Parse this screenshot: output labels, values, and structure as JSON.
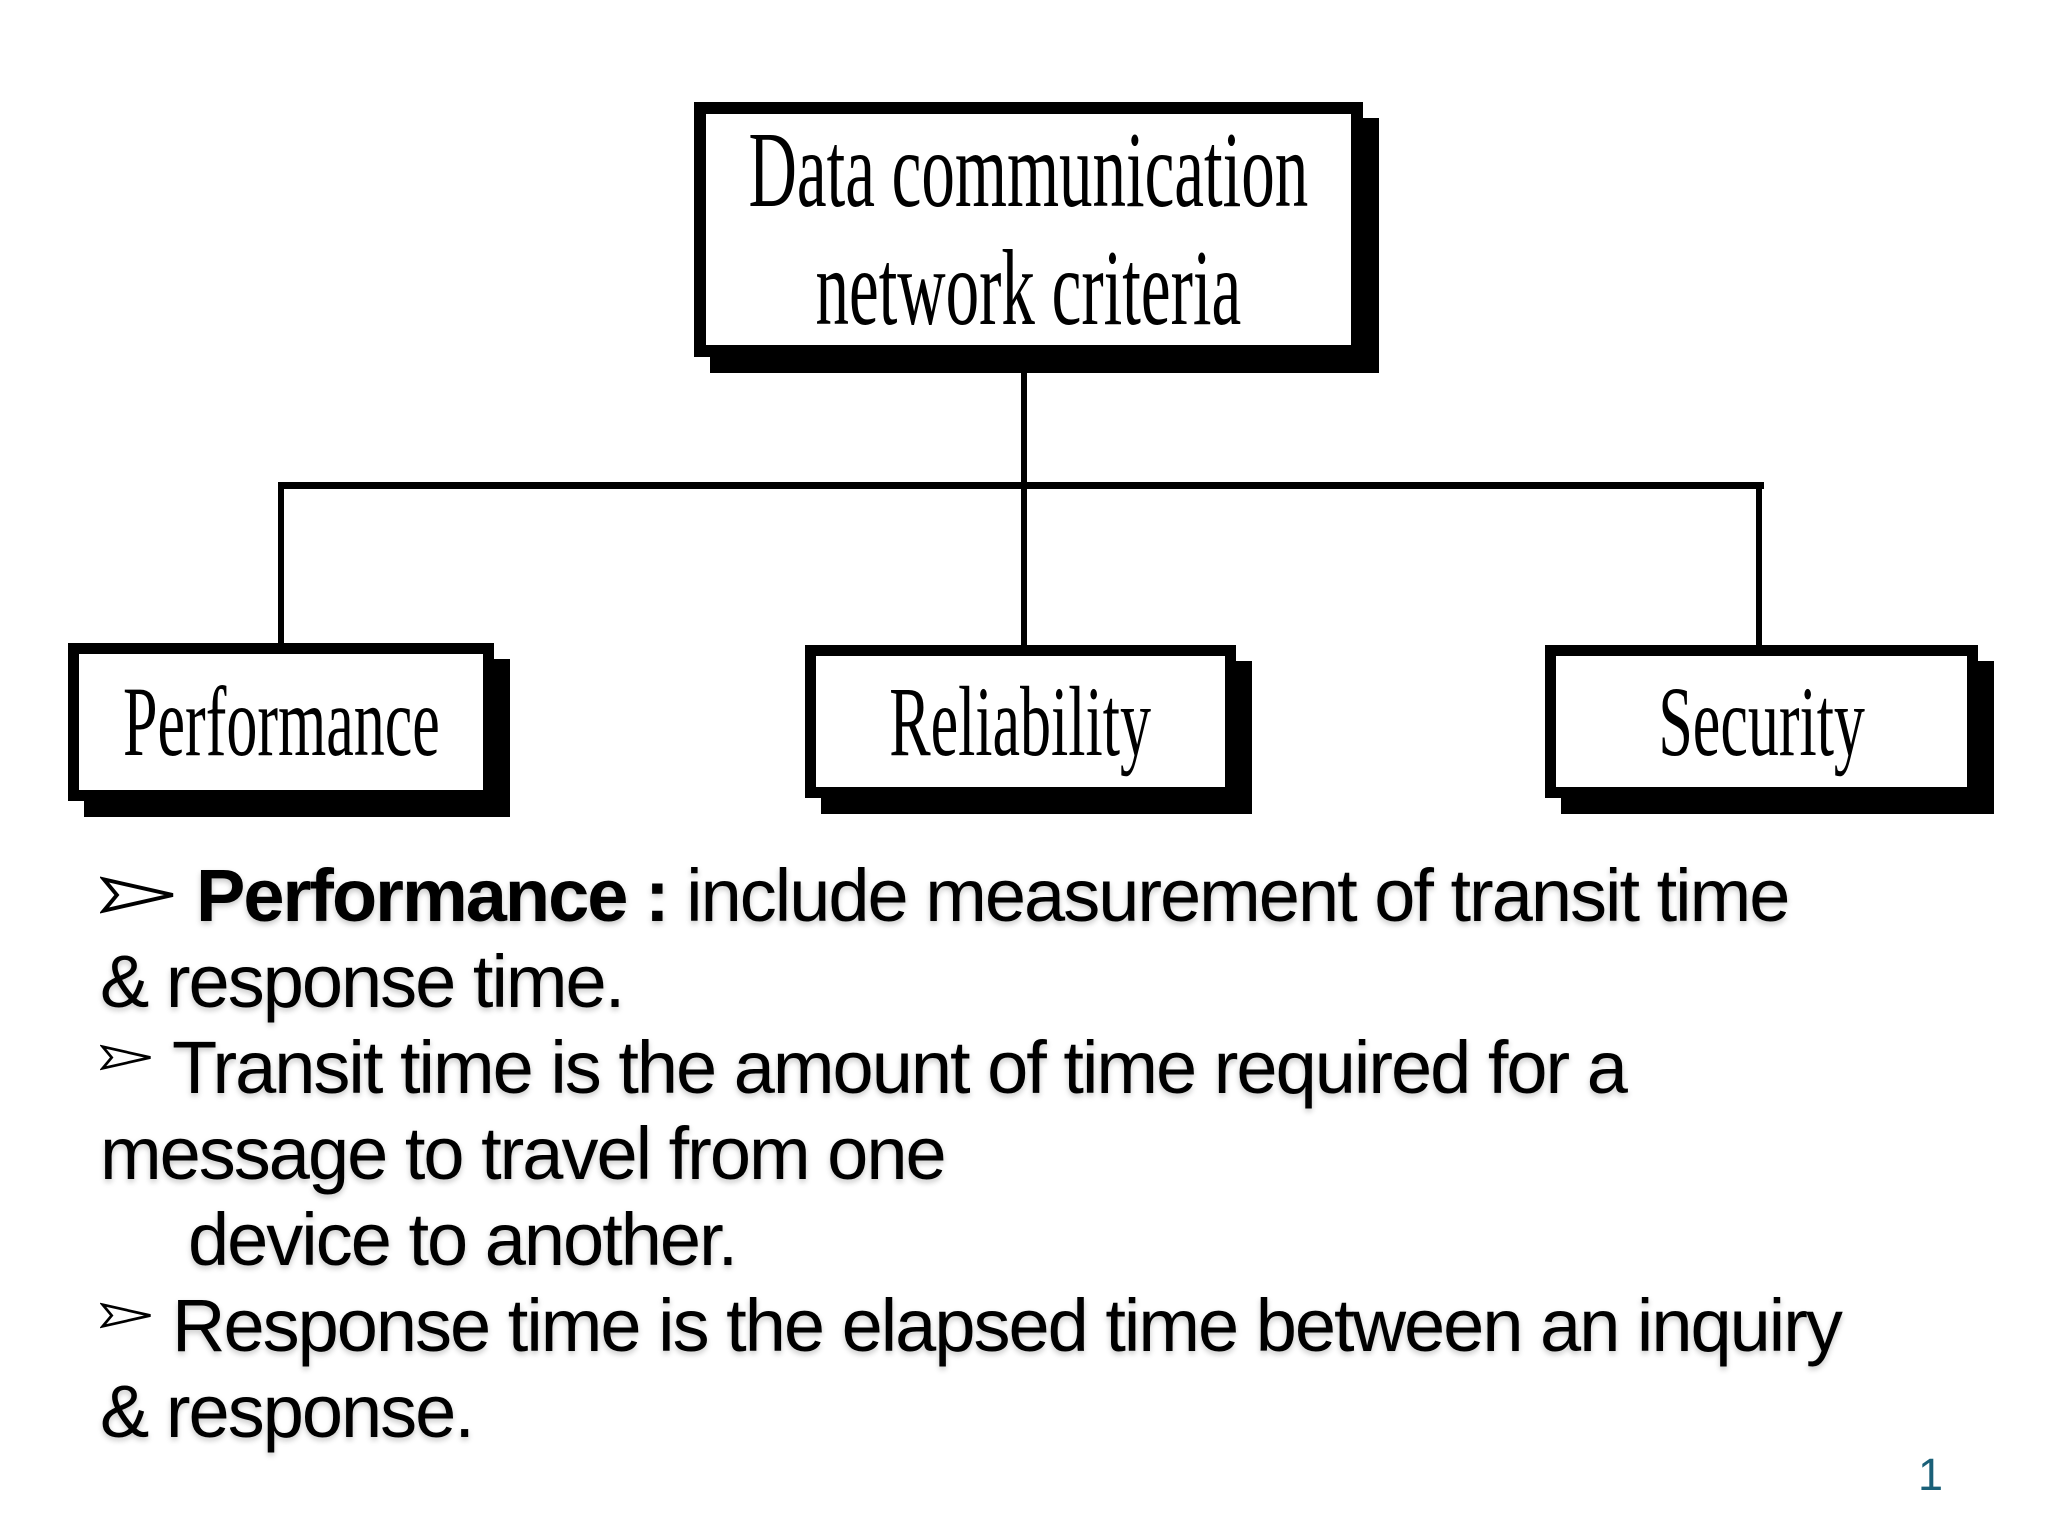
{
  "slide": {
    "background_color": "#ffffff",
    "page_number": "1",
    "page_number_color": "#1a6078",
    "text_color": "#000000"
  },
  "diagram": {
    "colors": {
      "box_fill": "#ffffff",
      "box_border": "#000000",
      "box_shadow": "#000000",
      "connector": "#000000"
    },
    "root_node": {
      "line1": "Data communication",
      "line2": "network criteria"
    },
    "child_nodes": [
      {
        "label": "Performance"
      },
      {
        "label": "Reliability"
      },
      {
        "label": "Security"
      }
    ],
    "bullet_glyph": "➢"
  },
  "body": {
    "lines": [
      {
        "marker": "arrow-bullet-large",
        "bold": "Performance :",
        "text": " include measurement of transit time"
      },
      {
        "marker": "none",
        "text": "& response time."
      },
      {
        "marker": "arrow-bullet-small",
        "text": "Transit time is the amount of time required for a"
      },
      {
        "marker": "none",
        "text": "message to travel from one"
      },
      {
        "marker": "none",
        "indent": true,
        "text": "device to another."
      },
      {
        "marker": "arrow-bullet-small",
        "text": "Response time is the elapsed time between an inquiry"
      },
      {
        "marker": "none",
        "text": "& response."
      }
    ]
  }
}
